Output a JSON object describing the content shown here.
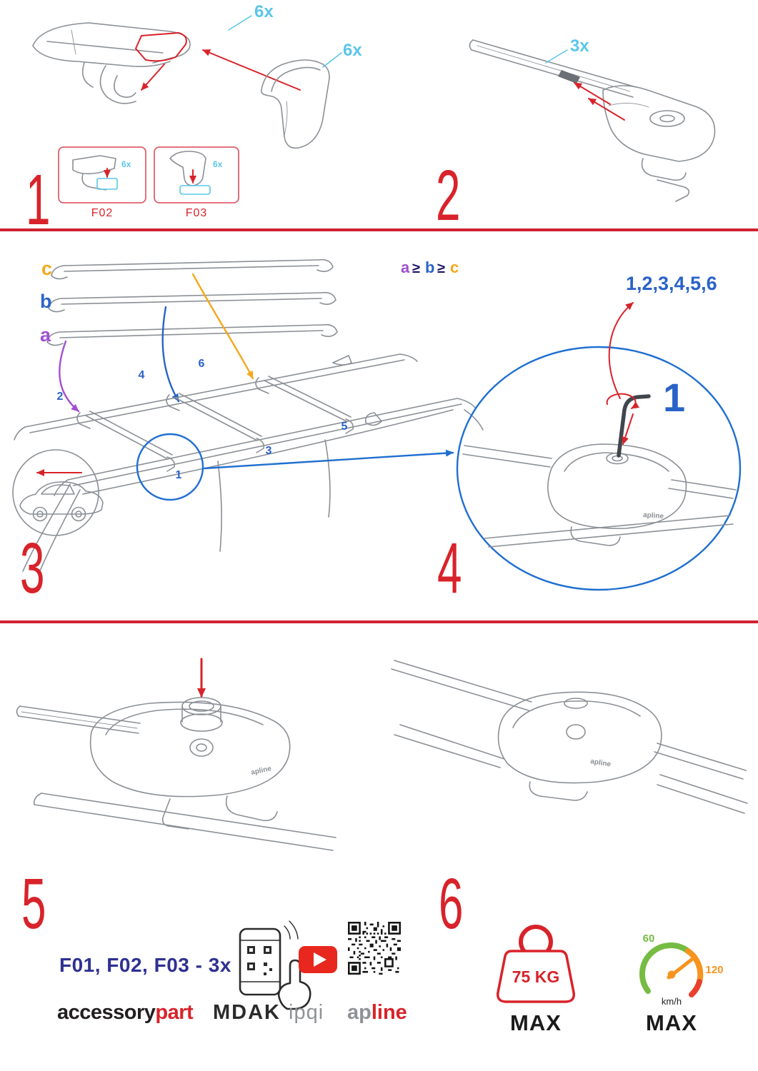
{
  "colors": {
    "accent_red": "#d8232a",
    "cyan": "#5bc6e8",
    "blue": "#2a63c8",
    "circle_blue": "#1f6fd0",
    "purple": "#a14fd0",
    "orange": "#f5a81c",
    "navy": "#2e3192",
    "green": "#76bc43",
    "gauge_orange": "#f7941d",
    "line_gray": "#8b9096",
    "youtube_red": "#e8281e",
    "dark": "#231f20"
  },
  "steps": [
    "1",
    "2",
    "3",
    "4",
    "5",
    "6"
  ],
  "panel1": {
    "qty_pad": "6x",
    "qty_cap": "6x",
    "box_f02": {
      "label": "F02",
      "qty": "6x"
    },
    "box_f03": {
      "label": "F03",
      "qty": "6x"
    }
  },
  "panel2": {
    "qty": "3x"
  },
  "panel3": {
    "bar_labels": {
      "c": "c",
      "b": "b",
      "a": "a"
    },
    "formula": {
      "a": "a",
      "ge1": "≥",
      "b": "b",
      "ge2": "≥",
      "c": "c"
    },
    "positions": {
      "p1": "1",
      "p2": "2",
      "p3": "3",
      "p4": "4",
      "p5": "5",
      "p6": "6"
    }
  },
  "panel4": {
    "sequence": "1,2,3,4,5,6",
    "highlight": "1",
    "foot_brand": "apline"
  },
  "panel5": {
    "parts_info": "F01, F02, F03 - 3x",
    "foot_brand": "apline"
  },
  "panel6": {
    "foot_brand": "apline",
    "weight_value": "75 KG",
    "weight_max": "MAX",
    "speed_low": "60",
    "speed_high": "120",
    "speed_unit": "km/h",
    "speed_max": "MAX"
  },
  "brands": {
    "accessory": "accessory",
    "part": "part",
    "mdak": "MDAK",
    "ipqi": "ipqi",
    "ap": "ap",
    "line": "line"
  }
}
